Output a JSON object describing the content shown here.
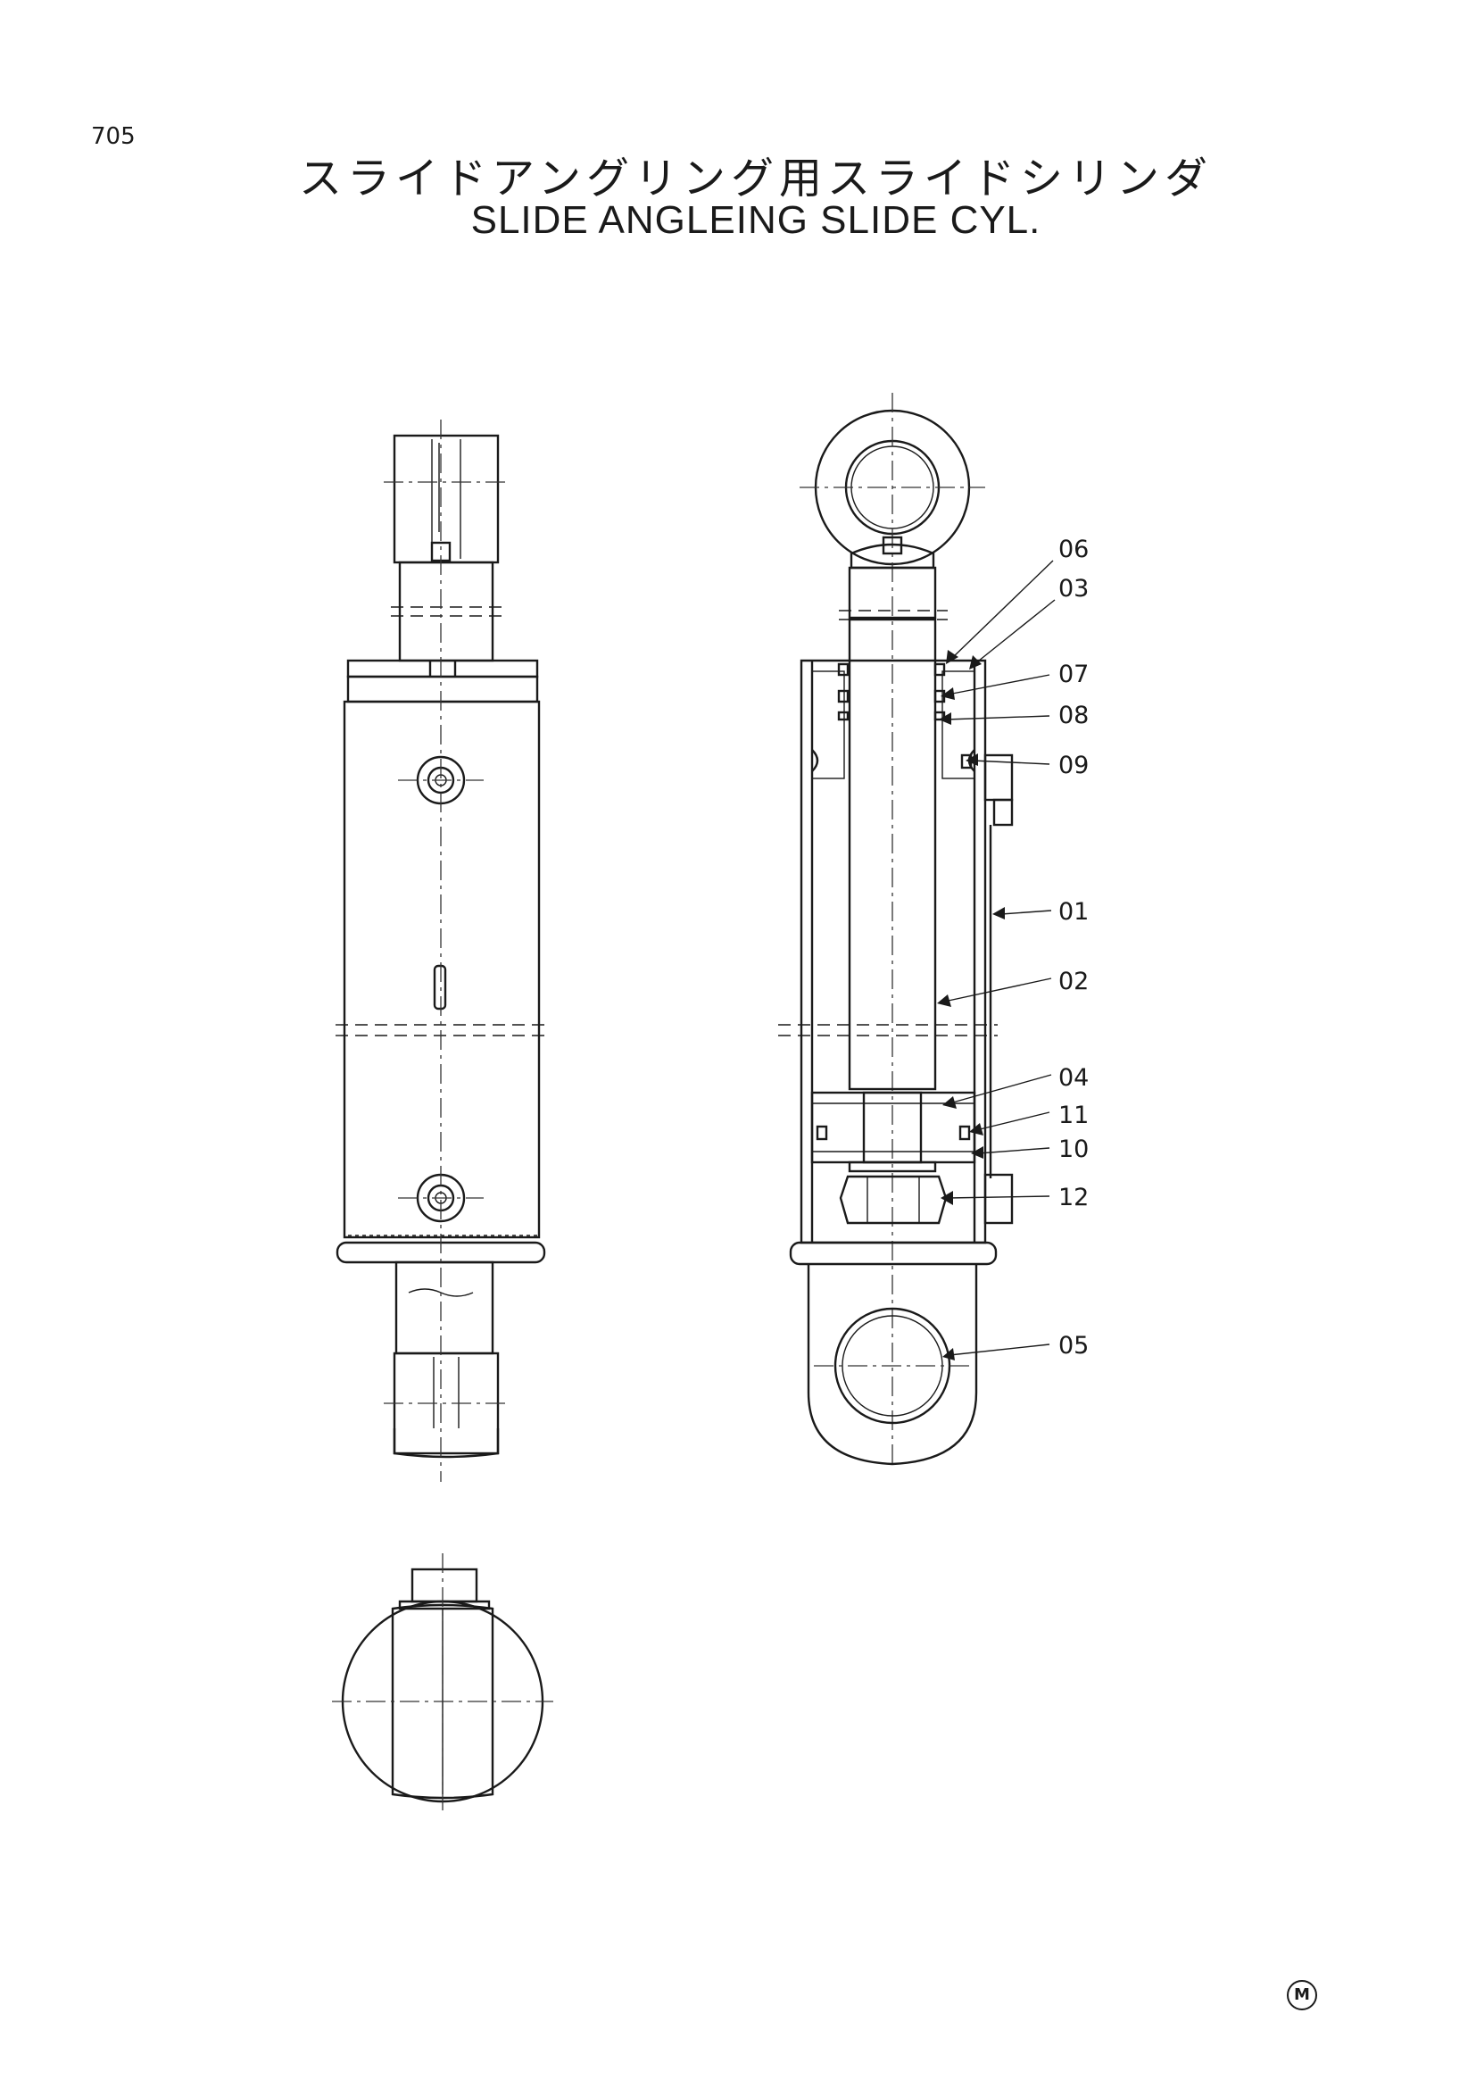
{
  "page_number": "705",
  "title_jp": "スライドアングリング用スライドシリンダ",
  "title_en": "SLIDE ANGLEING SLIDE CYL.",
  "callouts": [
    "06",
    "03",
    "07",
    "08",
    "09",
    "01",
    "02",
    "04",
    "11",
    "10",
    "12",
    "05"
  ],
  "maker_mark": "M"
}
